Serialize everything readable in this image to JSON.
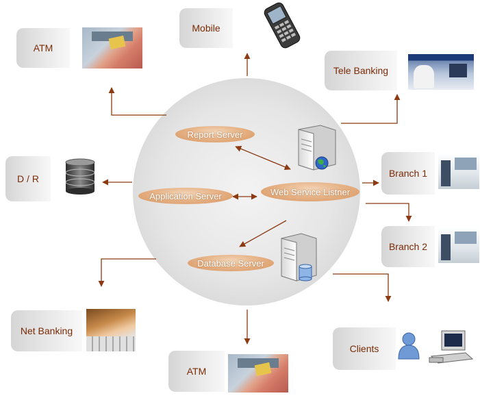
{
  "diagram": {
    "hub": {
      "nodes": {
        "report_server": "Report Server",
        "application_server": "Application Server",
        "web_service": "Web Service Listner",
        "database_server": "Database Server"
      }
    },
    "channels": {
      "atm_top": "ATM",
      "mobile": "Mobile",
      "tele_banking": "Tele Banking",
      "dr": "D / R",
      "branch1": "Branch 1",
      "branch2": "Branch 2",
      "net_banking": "Net Banking",
      "atm_bottom": "ATM",
      "clients": "Clients"
    },
    "colors": {
      "label_text": "#7a2a06",
      "arrow": "#8b3a12",
      "hub_fill": "#e8e8e8",
      "pill_fill": "#e0a878"
    },
    "icons": [
      "atm-photo",
      "mobile-phone-icon",
      "tele-banking-photo",
      "database-icon",
      "kiosk-icon",
      "net-banking-photo",
      "user-icon",
      "computer-icon",
      "server-icon"
    ]
  }
}
